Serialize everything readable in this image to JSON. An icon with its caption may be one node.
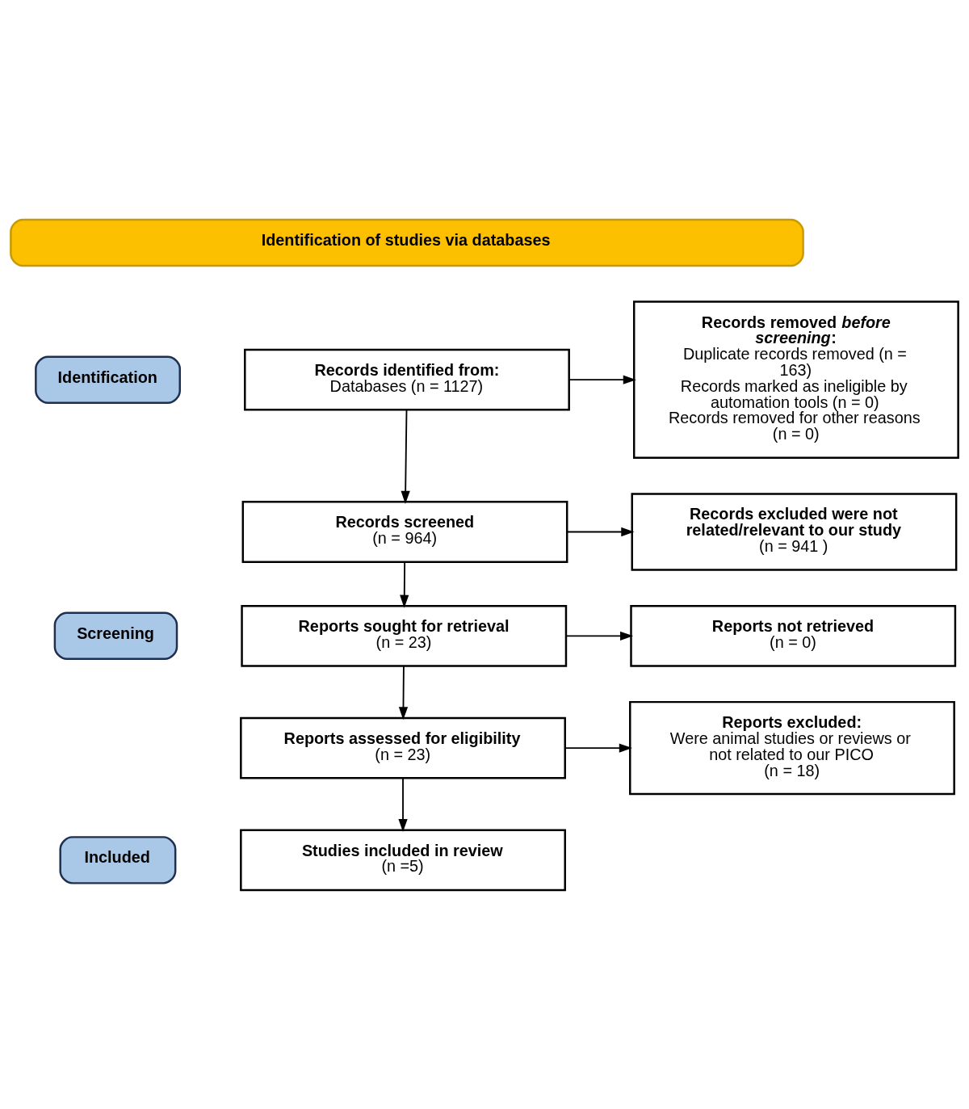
{
  "diagram": {
    "nodes": [
      {
        "text": [
          "Identification of studies via databases"
        ]
      },
      {
        "text": [
          "Identification"
        ]
      },
      {
        "text": [
          "Screening"
        ]
      },
      {
        "text": [
          "Included"
        ]
      },
      {
        "text": [
          "Records identified from:",
          "Databases (n = 1127)"
        ]
      },
      {
        "text": [
          "Records removed *before screening*:",
          "Duplicate records removed (n = 163)",
          "Records marked as ineligible by automation tools (n = 0)",
          "Records removed for other reasons (n = 0)"
        ]
      },
      {
        "text": [
          "Records screened",
          "(n = 964)"
        ]
      },
      {
        "text": [
          "Records excluded were not related/relevant to our study",
          "(n = 941 )"
        ]
      },
      {
        "text": [
          "Reports sought for retrieval",
          "(n = 23)"
        ]
      },
      {
        "text": [
          "Reports not retrieved",
          "(n = 0)"
        ]
      },
      {
        "text": [
          "Reports assessed for eligibility",
          "(n = 23)"
        ]
      },
      {
        "text": [
          "Reports excluded:",
          "Were animal studies or reviews or not related to our PICO",
          "(n = 18)"
        ]
      },
      {
        "text": [
          "Studies included in review",
          "(n =5)"
        ]
      }
    ],
    "edges": [
      {
        "from": 4,
        "to": 5,
        "arrow": "to"
      },
      {
        "from": 4,
        "to": 6,
        "arrow": "to"
      },
      {
        "from": 6,
        "to": 7,
        "arrow": "to"
      },
      {
        "from": 6,
        "to": 8,
        "arrow": "to"
      },
      {
        "from": 8,
        "to": 9,
        "arrow": "to"
      },
      {
        "from": 8,
        "to": 10,
        "arrow": "to"
      },
      {
        "from": 10,
        "to": 11,
        "arrow": "to"
      },
      {
        "from": 10,
        "to": 12,
        "arrow": "to"
      }
    ]
  }
}
